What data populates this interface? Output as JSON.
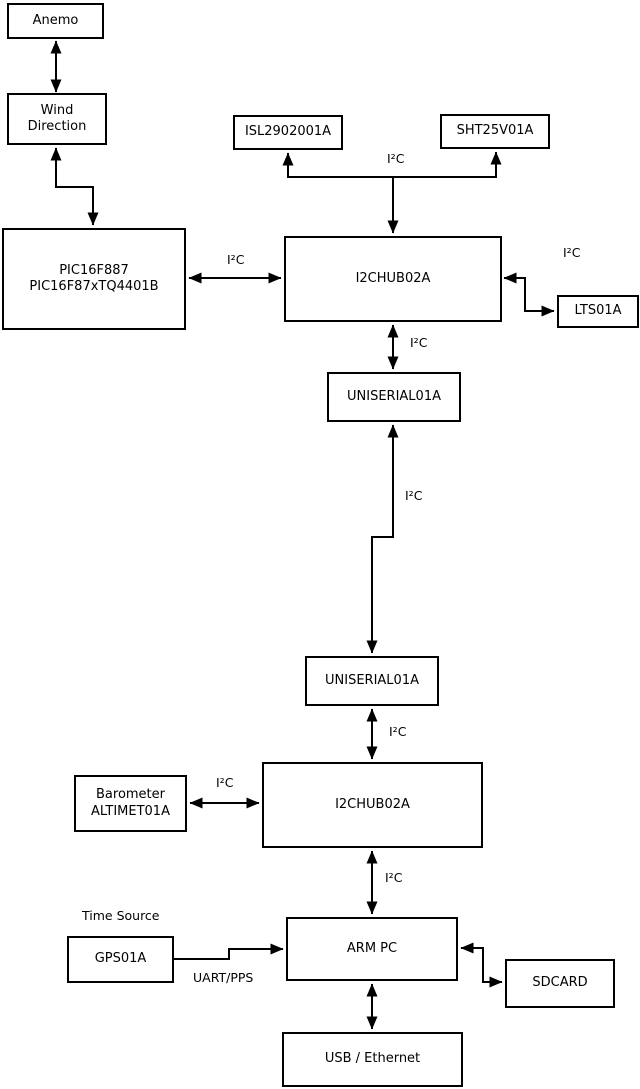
{
  "nodes": {
    "anemo": {
      "label": "Anemo"
    },
    "wind": {
      "line1": "Wind",
      "line2": "Direction"
    },
    "pic": {
      "line1": "PIC16F887",
      "line2": "PIC16F87xTQ4401B"
    },
    "isl": {
      "label": "ISL2902001A"
    },
    "sht": {
      "label": "SHT25V01A"
    },
    "hub1": {
      "label": "I2CHUB02A"
    },
    "lts": {
      "label": "LTS01A"
    },
    "uniserial1": {
      "label": "UNISERIAL01A"
    },
    "uniserial2": {
      "label": "UNISERIAL01A"
    },
    "hub2": {
      "label": "I2CHUB02A"
    },
    "barometer": {
      "line1": "Barometer",
      "line2": "ALTIMET01A"
    },
    "gps": {
      "label": "GPS01A"
    },
    "arm": {
      "label": "ARM PC"
    },
    "sdcard": {
      "label": "SDCARD"
    },
    "usb": {
      "label": "USB / Ethernet"
    }
  },
  "labels": {
    "i2c": "I²C",
    "uart_pps": "UART/PPS",
    "time_source": "Time Source"
  },
  "colors": {
    "line": "#000000",
    "background": "#ffffff"
  }
}
